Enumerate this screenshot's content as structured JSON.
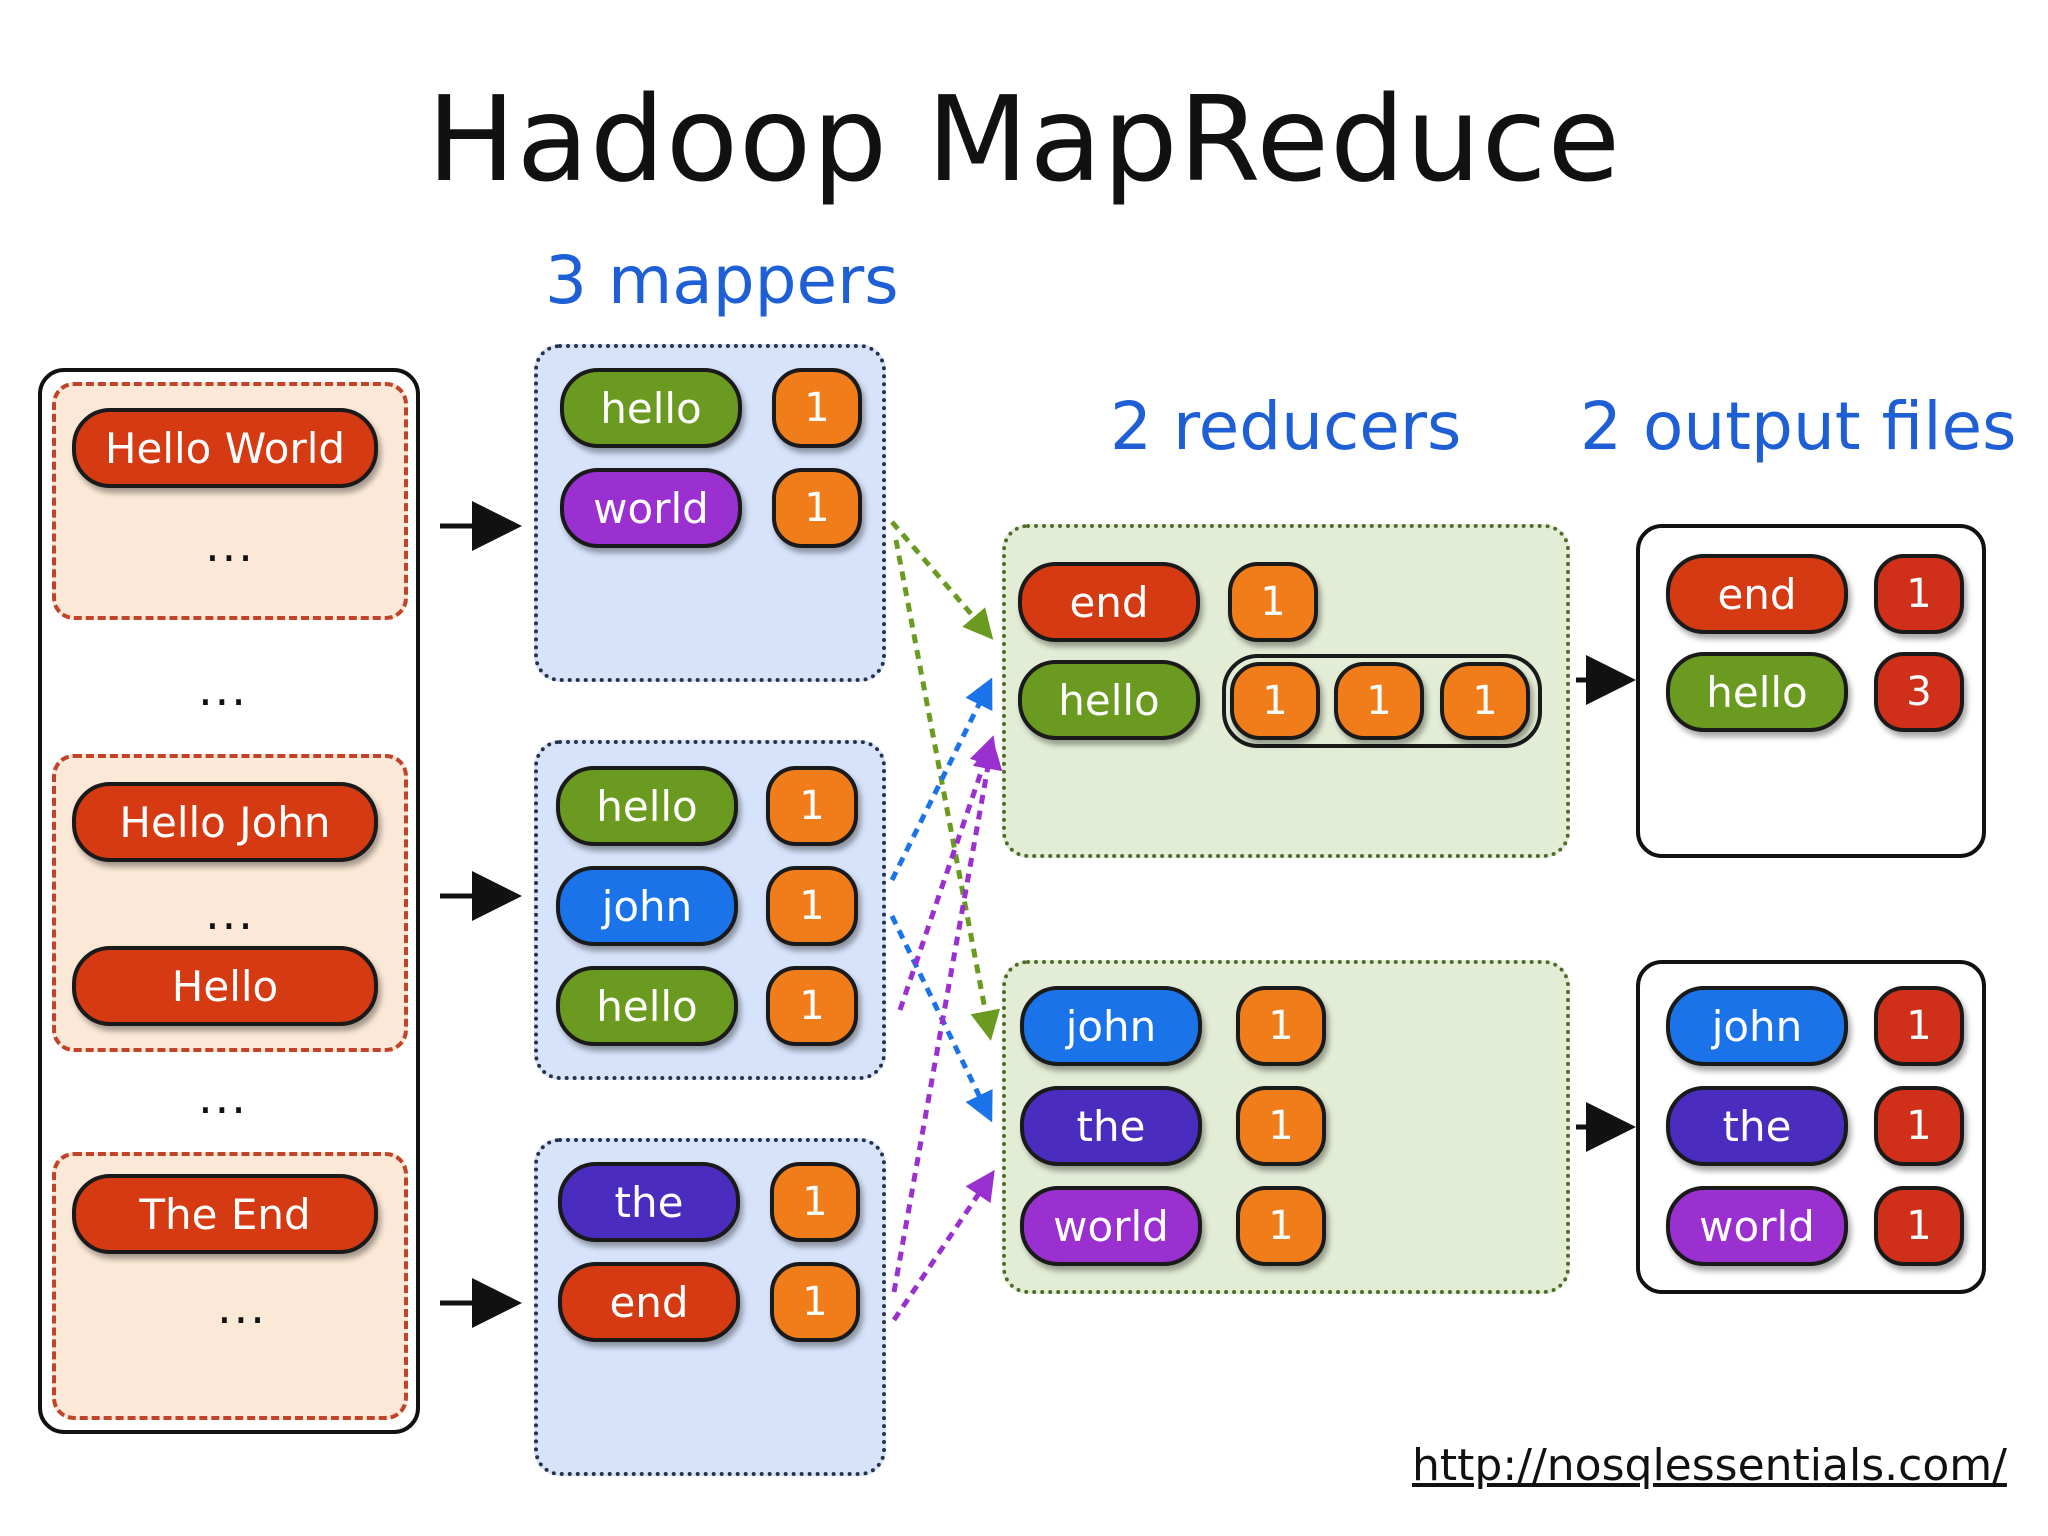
{
  "title": "Hadoop MapReduce",
  "headings": {
    "mappers": "3 mappers",
    "reducers": "2 reducers",
    "outputs": "2 output files"
  },
  "ellipsis": "...",
  "colors": {
    "red": "#d63a12",
    "green": "#6a9a1f",
    "purple": "#9b30d0",
    "blue": "#1a73e8",
    "indigo": "#4a2cbf",
    "orange": "#f07c1a",
    "dark_red": "#d0301a",
    "heading_blue": "#1f5fd6"
  },
  "inputs": {
    "split1_line1": "Hello World",
    "split2_line1": "Hello John",
    "split2_line2": "Hello",
    "split3_line1": "The End"
  },
  "mappers": {
    "m1": [
      {
        "word": "hello",
        "count": "1"
      },
      {
        "word": "world",
        "count": "1"
      }
    ],
    "m2": [
      {
        "word": "hello",
        "count": "1"
      },
      {
        "word": "john",
        "count": "1"
      },
      {
        "word": "hello",
        "count": "1"
      }
    ],
    "m3": [
      {
        "word": "the",
        "count": "1"
      },
      {
        "word": "end",
        "count": "1"
      }
    ]
  },
  "reducers": {
    "r1": {
      "end": {
        "word": "end",
        "count": "1"
      },
      "hello": {
        "word": "hello",
        "counts": [
          "1",
          "1",
          "1"
        ]
      }
    },
    "r2": [
      {
        "word": "john",
        "count": "1"
      },
      {
        "word": "the",
        "count": "1"
      },
      {
        "word": "world",
        "count": "1"
      }
    ]
  },
  "outputs": {
    "o1": [
      {
        "word": "end",
        "count": "1"
      },
      {
        "word": "hello",
        "count": "3"
      }
    ],
    "o2": [
      {
        "word": "john",
        "count": "1"
      },
      {
        "word": "the",
        "count": "1"
      },
      {
        "word": "world",
        "count": "1"
      }
    ]
  },
  "url": "http://nosqlessentials.com/"
}
